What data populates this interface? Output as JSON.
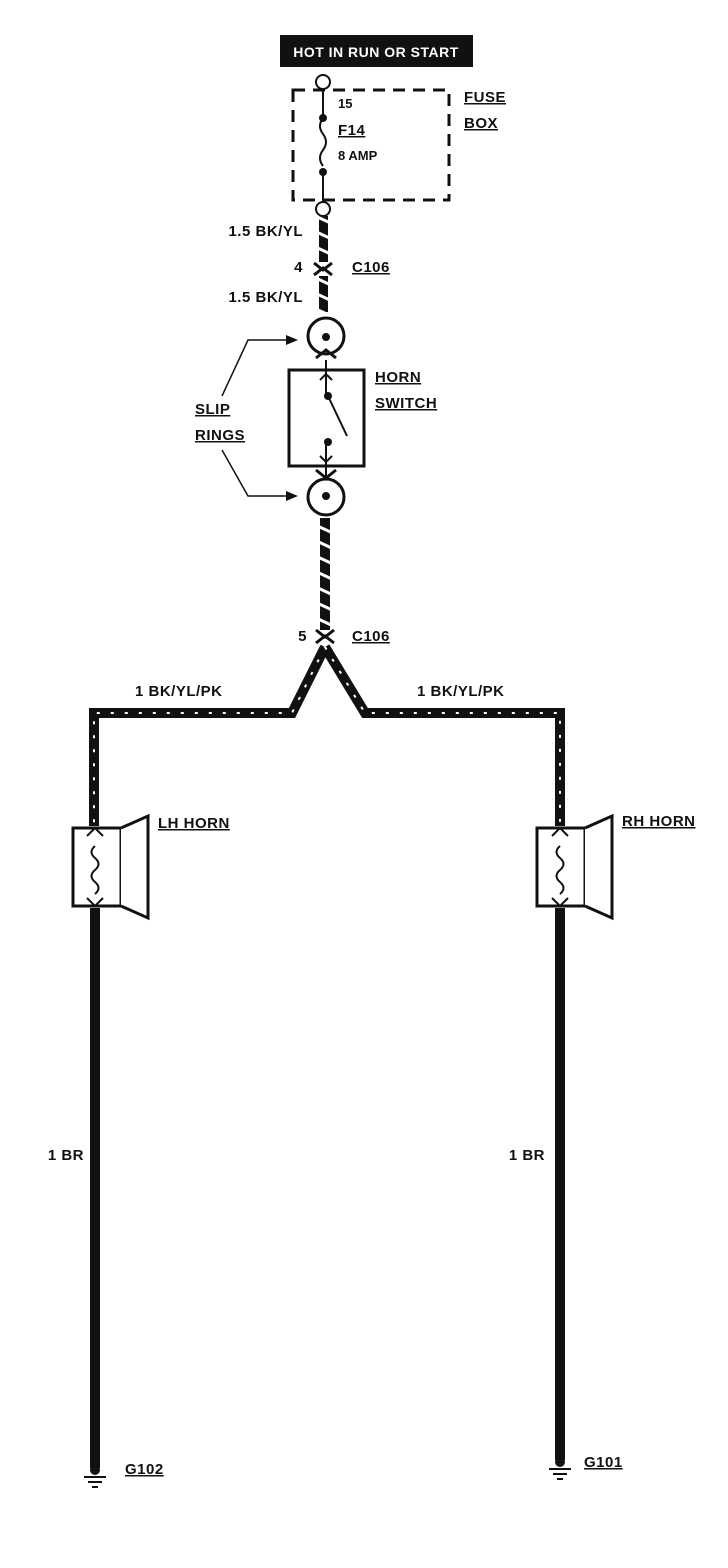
{
  "header": {
    "label": "HOT IN RUN OR START"
  },
  "fuse_box": {
    "label_line1": "FUSE",
    "label_line2": "BOX",
    "pin": "15",
    "fuse_name": "F14",
    "fuse_rating": "8 AMP"
  },
  "wires": {
    "upper_1": "1.5 BK/YL",
    "upper_2": "1.5 BK/YL",
    "branch_left": "1 BK/YL/PK",
    "branch_right": "1 BK/YL/PK",
    "ground_left": "1 BR",
    "ground_right": "1 BR"
  },
  "connectors": {
    "top_pin": "4",
    "top_name": "C106",
    "bottom_pin": "5",
    "bottom_name": "C106"
  },
  "horn_switch": {
    "label_line1": "HORN",
    "label_line2": "SWITCH"
  },
  "slip_rings": {
    "label_line1": "SLIP",
    "label_line2": "RINGS"
  },
  "horns": {
    "left": "LH HORN",
    "right": "RH HORN"
  },
  "grounds": {
    "left": "G102",
    "right": "G101"
  }
}
